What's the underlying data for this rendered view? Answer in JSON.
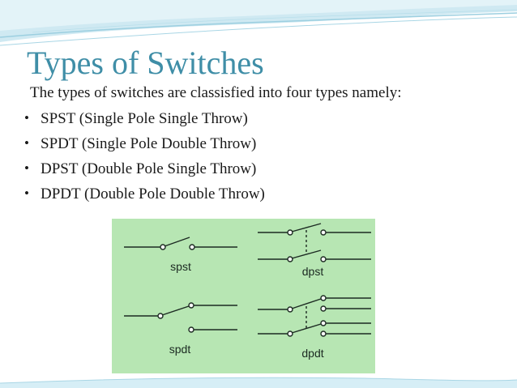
{
  "slide": {
    "title": "Types of Switches",
    "intro": "The types of switches are classisfied into four types namely:",
    "bullets": [
      {
        "symbol": "•",
        "text": "SPST (Single Pole Single Throw)"
      },
      {
        "symbol": "•",
        "text": "SPDT (Single Pole Double Throw)"
      },
      {
        "symbol": "•",
        "text": "DPST (Double Pole Single Throw)"
      },
      {
        "symbol": "•",
        "text": "DPDT (Double Pole Double Throw)"
      }
    ]
  },
  "diagram": {
    "labels": {
      "spst": "spst",
      "dpst": "dpst",
      "spdt": "spdt",
      "dpdt": "dpdt"
    }
  },
  "colors": {
    "title": "#3f8ea7",
    "header_wave": "#bfe2ee",
    "diagram_background": "#b7e6b3",
    "diagram_line": "#1c2a22"
  }
}
